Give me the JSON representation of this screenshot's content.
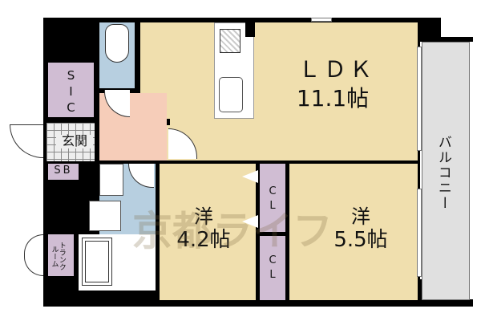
{
  "floorplan": {
    "rooms": {
      "ldk": {
        "name": "ＬＤＫ",
        "size": "11.1帖"
      },
      "western1": {
        "name": "洋",
        "size": "4.2帖"
      },
      "western2": {
        "name": "洋",
        "size": "5.5帖"
      },
      "sic": {
        "name": "S\nI\nC"
      },
      "entrance": {
        "name": "玄関"
      },
      "sb": {
        "name": "SB"
      },
      "cl1": {
        "name": "C\nL"
      },
      "cl2": {
        "name": "C\nL"
      },
      "balcony": {
        "name": "バルコニー"
      },
      "trunk_room": {
        "name": "トランク\nルーム"
      }
    },
    "watermark": "京都ライフ",
    "colors": {
      "living": "#f0dfae",
      "water": "#b7cfe0",
      "hall": "#f6cdb9",
      "storage": "#d0bdd3",
      "balcony": "#e0e0e0",
      "wall": "#000000"
    }
  }
}
